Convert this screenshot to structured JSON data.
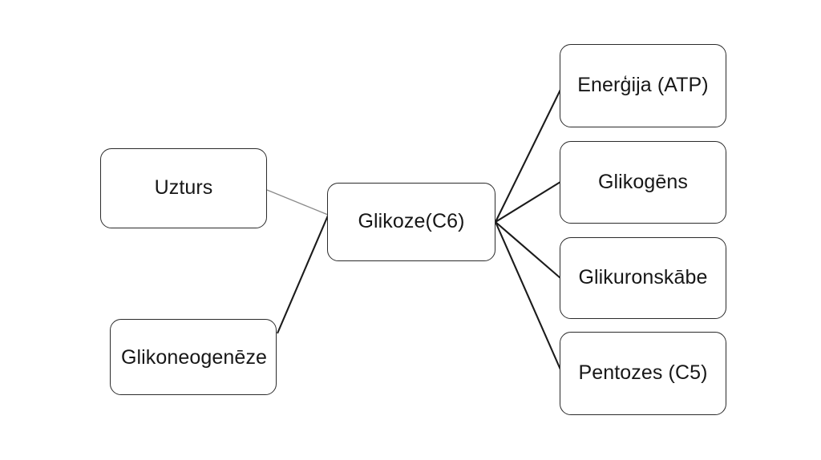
{
  "diagram": {
    "type": "flow-diagram",
    "nodes": [
      {
        "id": "uzturs",
        "label": "Uzturs"
      },
      {
        "id": "glikoneogeneze",
        "label": "Glikoneogenēze"
      },
      {
        "id": "glikoze",
        "label": "Glikoze(C6)"
      },
      {
        "id": "energija",
        "label": "Enerģija (ATP)"
      },
      {
        "id": "glikogens",
        "label": "Glikogēns"
      },
      {
        "id": "glikuronskabe",
        "label": "Glikuronskābe"
      },
      {
        "id": "pentozes",
        "label": "Pentozes (C5)"
      }
    ],
    "edges": [
      {
        "from": "uzturs",
        "to": "glikoze"
      },
      {
        "from": "glikoneogeneze",
        "to": "glikoze"
      },
      {
        "from": "glikoze",
        "to": "energija"
      },
      {
        "from": "glikoze",
        "to": "glikogens"
      },
      {
        "from": "glikoze",
        "to": "glikuronskabe"
      },
      {
        "from": "glikoze",
        "to": "pentozes"
      }
    ],
    "colors": {
      "background": "#ffffff",
      "box_border": "#2b2b2b",
      "text": "#171717",
      "connector_dark": "#1b1b1b",
      "connector_light": "#8a8a8a"
    }
  }
}
